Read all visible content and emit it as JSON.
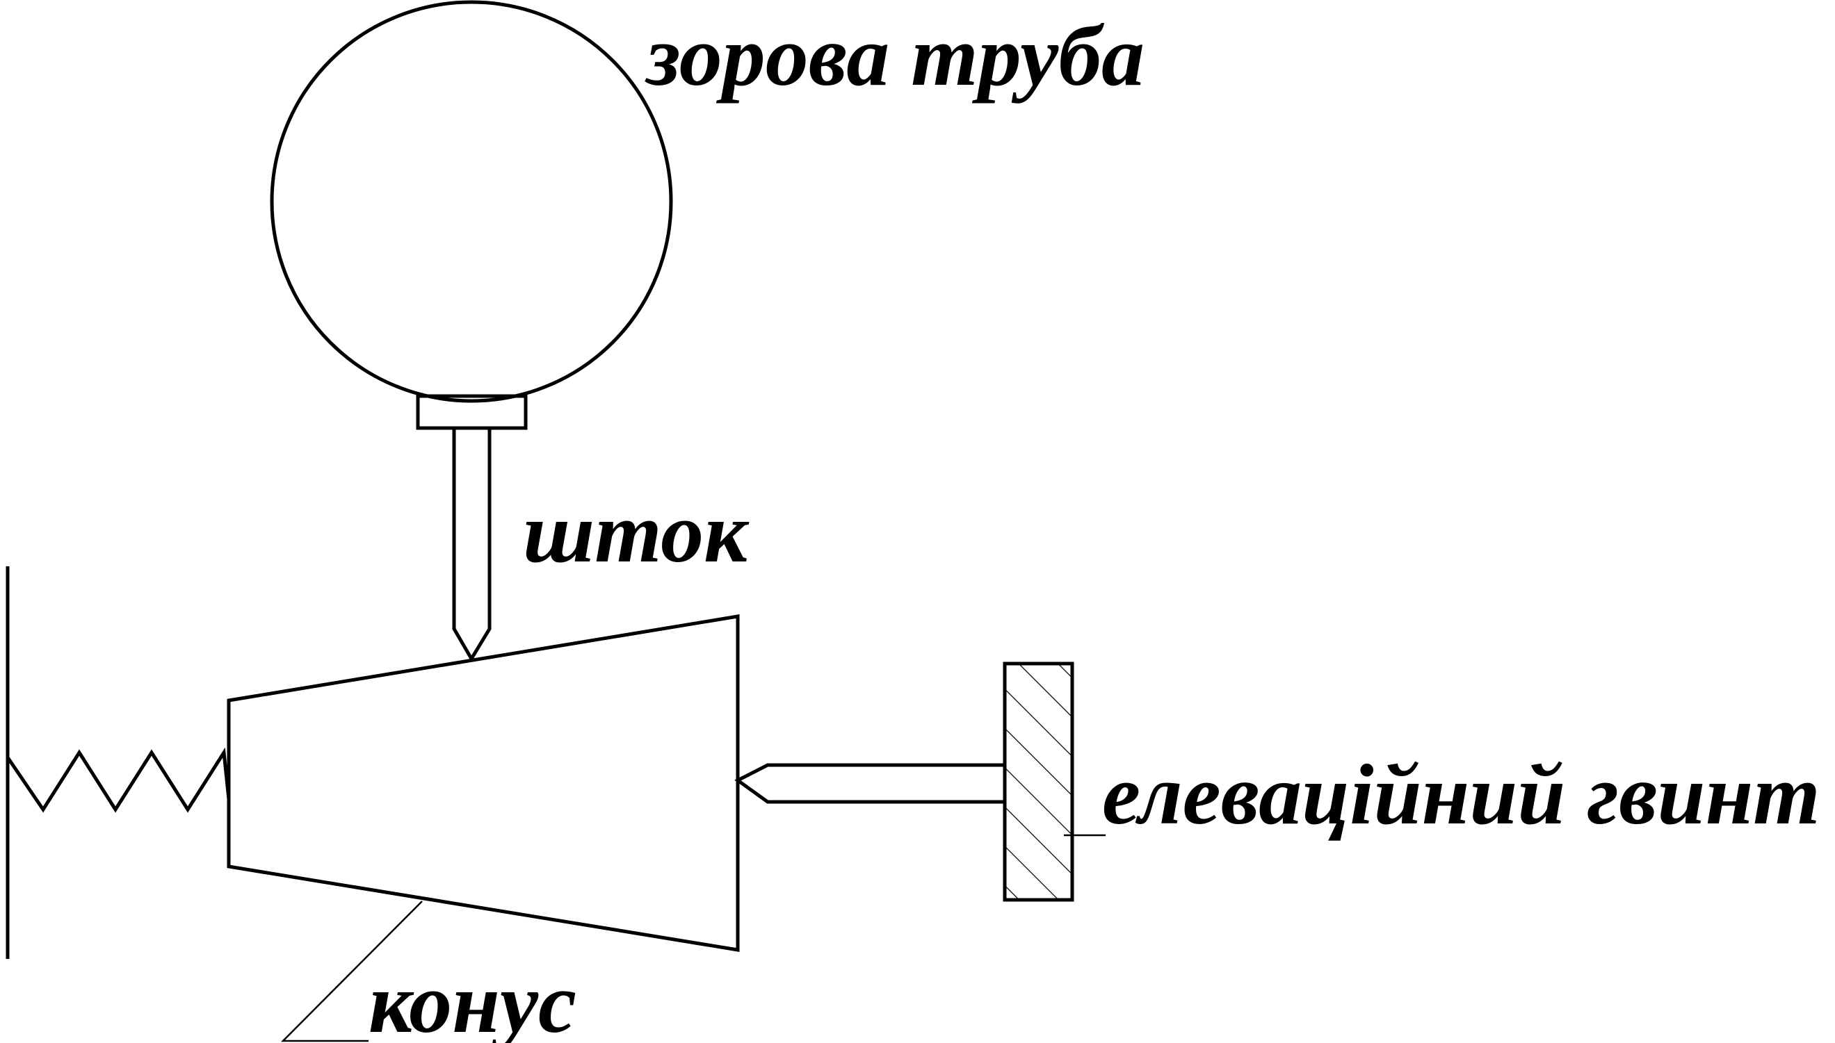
{
  "diagram": {
    "labels": {
      "sight_tube": "зорова труба",
      "rod": "шток",
      "elevation_screw": "елеваційний гвинт",
      "cone": "конус"
    },
    "colors": {
      "line": "#000000",
      "background": "#ffffff"
    }
  }
}
